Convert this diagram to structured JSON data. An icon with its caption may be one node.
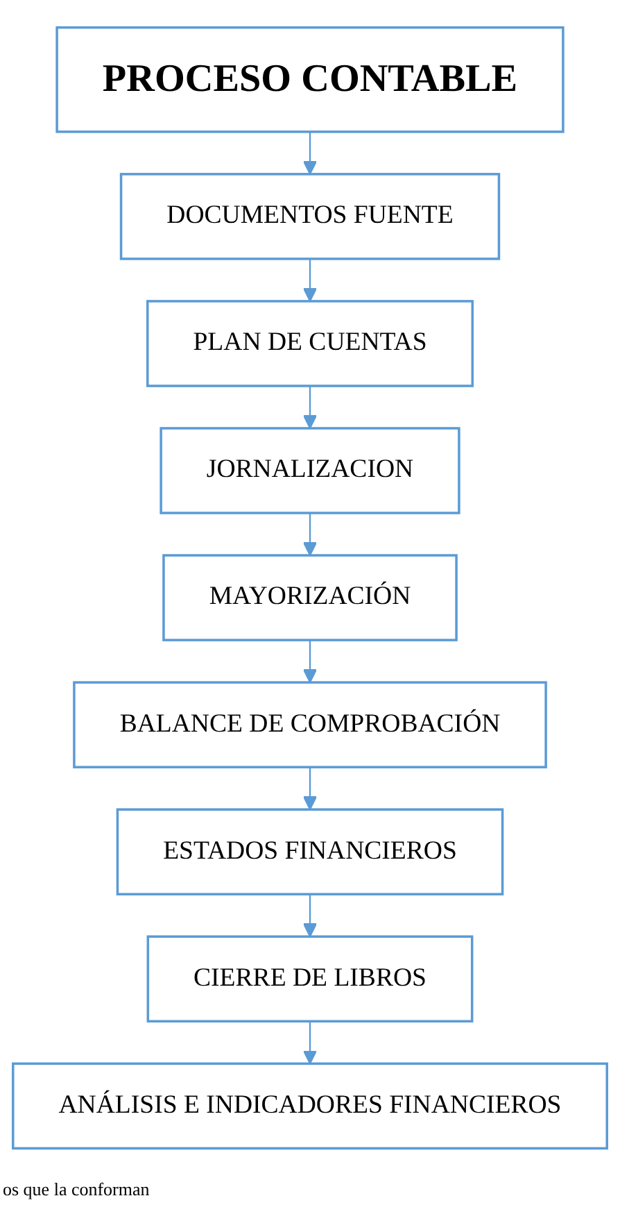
{
  "diagram": {
    "caption": "os que la conforman",
    "nodes": [
      {
        "text": [
          "PROCESO CONTABLE"
        ]
      },
      {
        "text": [
          "DOCUMENTOS FUENTE"
        ]
      },
      {
        "text": [
          "PLAN DE CUENTAS"
        ]
      },
      {
        "text": [
          "JORNALIZACION"
        ]
      },
      {
        "text": [
          "MAYORIZACIÓN"
        ]
      },
      {
        "text": [
          "BALANCE DE COMPROBACIÓN"
        ]
      },
      {
        "text": [
          "ESTADOS FINANCIEROS"
        ]
      },
      {
        "text": [
          "CIERRE DE LIBROS"
        ]
      },
      {
        "text": [
          "ANÁLISIS E INDICADORES FINANCIEROS"
        ]
      }
    ],
    "edges": [
      {
        "from": 0,
        "to": 1,
        "arrow": "to"
      },
      {
        "from": 1,
        "to": 2,
        "arrow": "to"
      },
      {
        "from": 2,
        "to": 3,
        "arrow": "to"
      },
      {
        "from": 3,
        "to": 4,
        "arrow": "to"
      },
      {
        "from": 4,
        "to": 5,
        "arrow": "to"
      },
      {
        "from": 5,
        "to": 6,
        "arrow": "to"
      },
      {
        "from": 6,
        "to": 7,
        "arrow": "to"
      },
      {
        "from": 7,
        "to": 8,
        "arrow": "to"
      }
    ]
  }
}
